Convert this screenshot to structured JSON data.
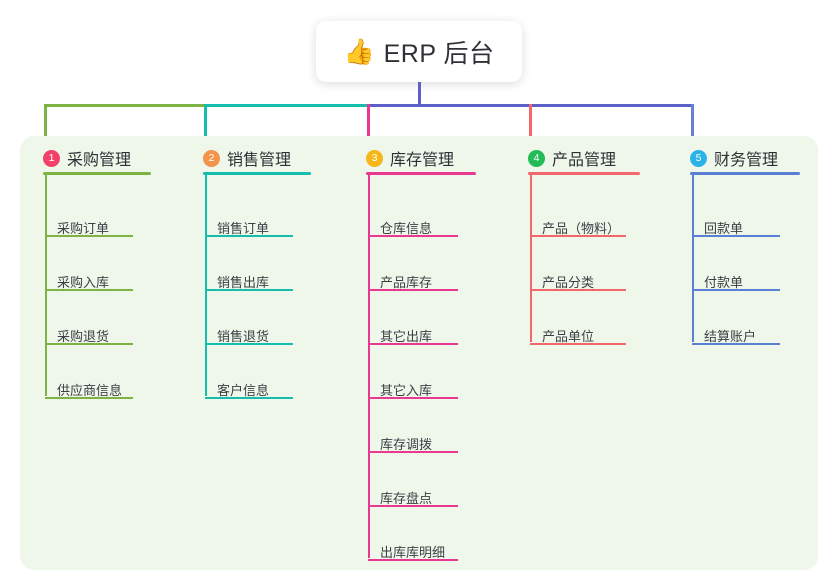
{
  "root": {
    "icon": "thumbs-up-icon",
    "emoji": "👍",
    "title": "ERP 后台"
  },
  "panel": {
    "background": "#eef7e9"
  },
  "connector_colors": {
    "seg1": "#7cb342",
    "seg2": "#14bdac",
    "seg3": "#5b5fc7",
    "stem": "#5b5fc7",
    "drop1": "#7cb342",
    "drop2": "#14bdac",
    "drop3": "#e8388f",
    "drop4": "#f2676b",
    "drop5": "#6b7fd7"
  },
  "columns": [
    {
      "index": "1",
      "title": "采购管理",
      "badge_color": "#f2416b",
      "line_color": "#7cb342",
      "items": [
        {
          "label": "采购订单"
        },
        {
          "label": "采购入库"
        },
        {
          "label": "采购退货"
        },
        {
          "label": "供应商信息"
        }
      ]
    },
    {
      "index": "2",
      "title": "销售管理",
      "badge_color": "#f2944b",
      "line_color": "#14bdac",
      "items": [
        {
          "label": "销售订单"
        },
        {
          "label": "销售出库"
        },
        {
          "label": "销售退货"
        },
        {
          "label": "客户信息"
        }
      ]
    },
    {
      "index": "3",
      "title": "库存管理",
      "badge_color": "#f5b619",
      "line_color": "#e8388f",
      "items": [
        {
          "label": "仓库信息"
        },
        {
          "label": "产品库存"
        },
        {
          "label": "其它出库"
        },
        {
          "label": "其它入库"
        },
        {
          "label": "库存调拨"
        },
        {
          "label": "库存盘点"
        },
        {
          "label": "出库库明细"
        }
      ]
    },
    {
      "index": "4",
      "title": "产品管理",
      "badge_color": "#22bb55",
      "line_color": "#f2676b",
      "items": [
        {
          "label": "产品（物料）"
        },
        {
          "label": "产品分类"
        },
        {
          "label": "产品单位"
        }
      ]
    },
    {
      "index": "5",
      "title": "财务管理",
      "badge_color": "#2bb3e8",
      "line_color": "#5b7fd4",
      "items": [
        {
          "label": "回款单"
        },
        {
          "label": "付款单"
        },
        {
          "label": "结算账户"
        }
      ]
    }
  ]
}
